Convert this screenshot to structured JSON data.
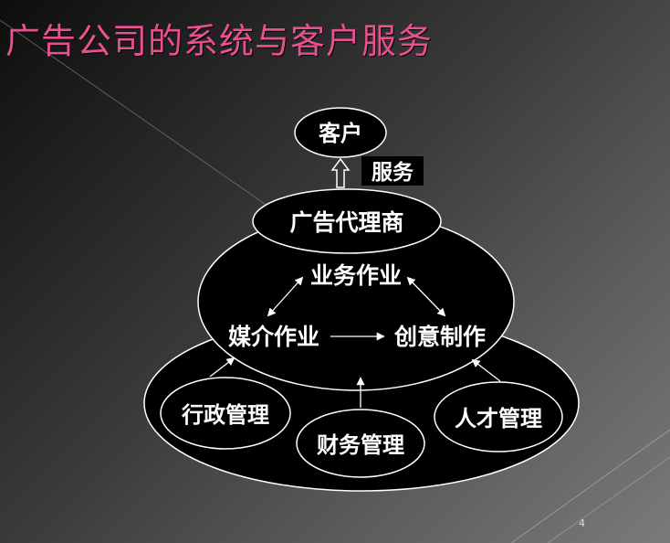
{
  "title": "广告公司的系统与客户服务",
  "page_number": "4",
  "diagram": {
    "customer": "客户",
    "service": "服务",
    "agency": "广告代理商",
    "business": "业务作业",
    "media": "媒介作业",
    "creative": "创意制作",
    "admin": "行政管理",
    "finance": "财务管理",
    "talent": "人才管理"
  },
  "colors": {
    "title": "#e8508f",
    "node_fill": "#000000",
    "node_stroke": "#ffffff"
  }
}
